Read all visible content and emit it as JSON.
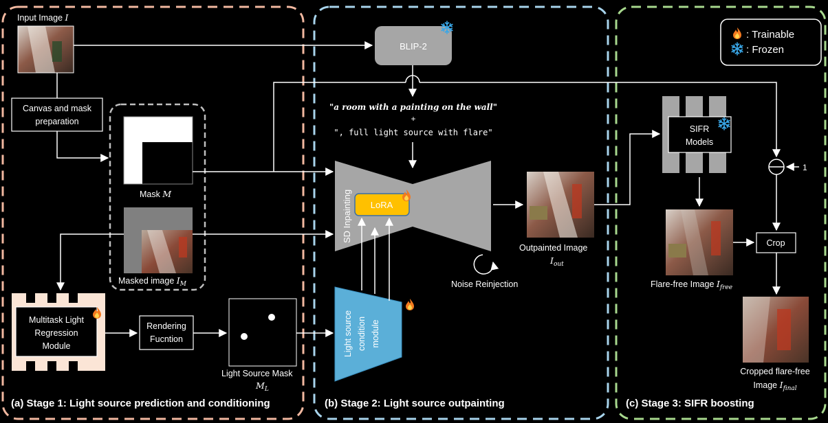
{
  "stages": {
    "stage1": "(a) Stage 1: Light source prediction and conditioning",
    "stage2": "(b) Stage 2: Light source outpainting",
    "stage3": "(c) Stage 3: SIFR boosting"
  },
  "legend": {
    "trainable": ": Trainable",
    "frozen": ": Frozen"
  },
  "stage1": {
    "input_image": "Input Image",
    "input_image_sym": "I",
    "canvas_prep_line1": "Canvas and mask",
    "canvas_prep_line2": "preparation",
    "mask": "Mask",
    "mask_sym": "M",
    "masked_image": "Masked image",
    "masked_image_sym": "I",
    "masked_image_sub": "M",
    "mtl_line1": "Multitask Light",
    "mtl_line2": "Regression",
    "mtl_line3": "Module",
    "render_line1": "Rendering",
    "render_line2": "Fucntion",
    "ls_mask": "Light Source Mask",
    "ls_mask_sym": "M",
    "ls_mask_sub": "L"
  },
  "stage2": {
    "blip": "BLIP-2",
    "prompt1": "\"a room with a painting on the wall\"",
    "plus": "+",
    "prompt2": "\", full light source with flare\"",
    "sd": "SD Inpainting",
    "lora": "LoRA",
    "lscm_line1": "Light source",
    "lscm_line2": "condition",
    "lscm_line3": "module",
    "outpainted": "Outpainted Image",
    "outpainted_sym": "I",
    "outpainted_sub": "out",
    "noise": "Noise Reinjection"
  },
  "stage3": {
    "sifr_line1": "SIFR",
    "sifr_line2": "Models",
    "one": "1",
    "crop": "Crop",
    "flare_free": "Flare-free Image",
    "flare_free_sym": "I",
    "flare_free_sub": "free",
    "cropped_line1": "Cropped flare-free",
    "cropped_line2": "Image",
    "cropped_sym": "I",
    "cropped_sub": "final"
  },
  "colors": {
    "stage1_border": "#f2b8a0",
    "stage2_border": "#a8d4ec",
    "stage3_border": "#a8d98e",
    "blip_fill": "#a6a6a6",
    "sd_fill": "#a6a6a6",
    "lora_fill": "#ffc000",
    "lscm_fill": "#5bafd8",
    "mtl_stripe": "#fbe5d6",
    "sifr_fill": "#a6a6a6"
  },
  "icons": {
    "trainable": "flame-icon",
    "frozen": "snowflake-icon"
  }
}
